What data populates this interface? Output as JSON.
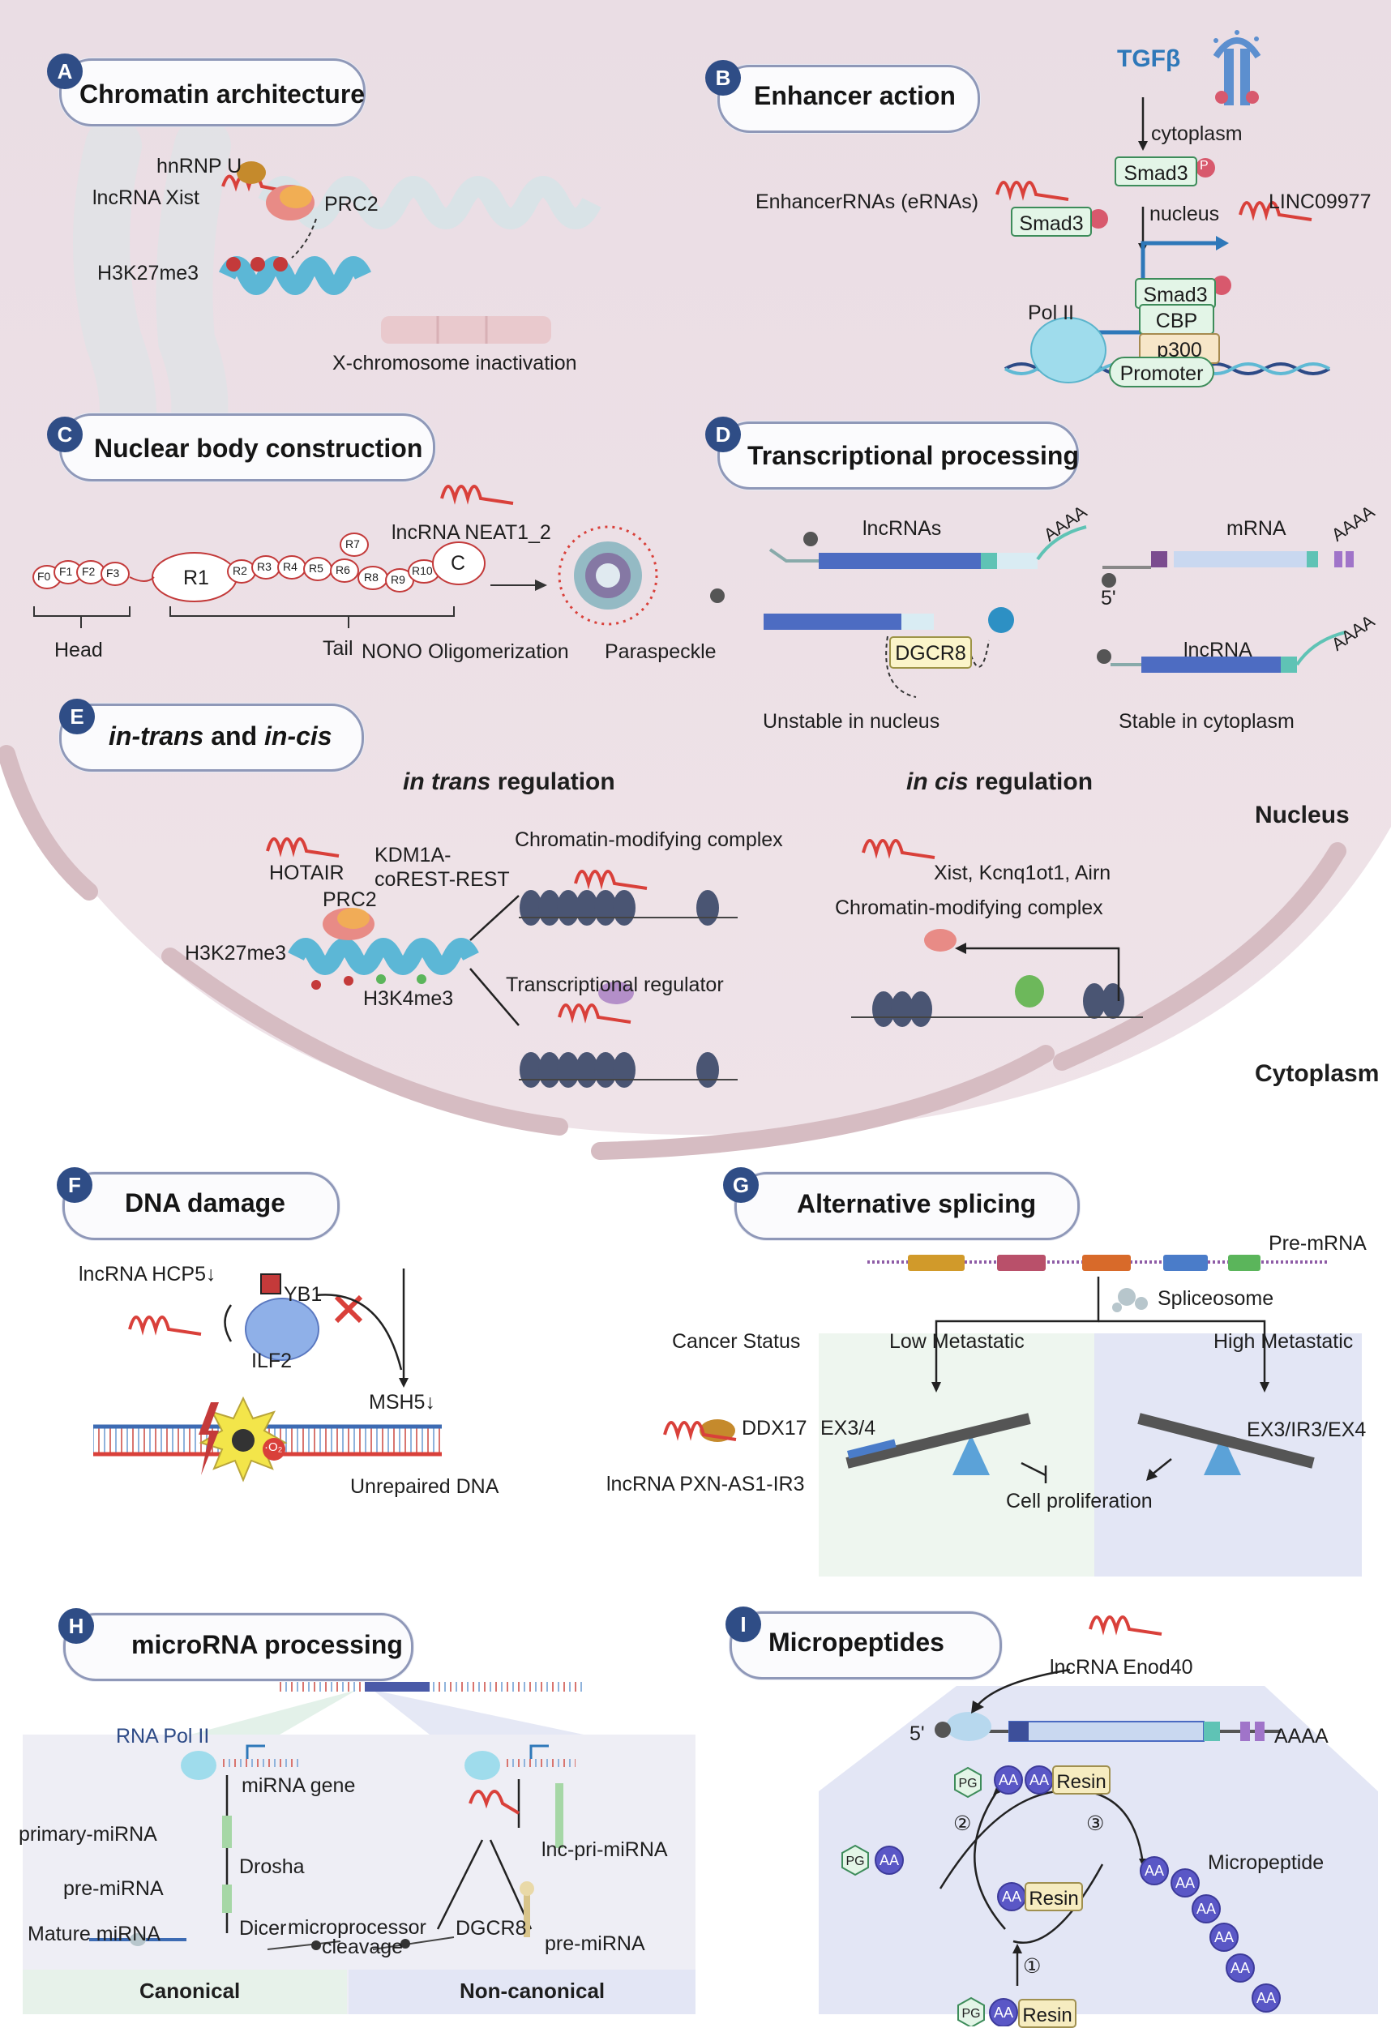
{
  "panels": {
    "A": {
      "letter": "A",
      "title": "Chromatin architecture",
      "labels": {
        "hnrnpu": "hnRNP U",
        "xist": "lncRNA Xist",
        "prc2": "PRC2",
        "h3k27": "H3K27me3",
        "xci": "X-chromosome inactivation"
      }
    },
    "B": {
      "letter": "B",
      "title": "Enhancer action",
      "labels": {
        "tgfb": "TGFβ",
        "cytoplasm": "cytoplasm",
        "smad3": "Smad3",
        "p": "P",
        "erna": "EnhancerRNAs (eRNAs)",
        "nucleus": "nucleus",
        "linc": "LINC09977",
        "pol": "Pol II",
        "cbp": "CBP",
        "p300": "p300",
        "promoter": "Promoter"
      }
    },
    "C": {
      "letter": "C",
      "title": "Nuclear body construction",
      "labels": {
        "neat1": "lncRNA NEAT1_2",
        "r1": "R1",
        "c": "C",
        "head": "Head",
        "tail": "Tail",
        "nono": "NONO Oligomerization",
        "paraspeckle": "Paraspeckle"
      },
      "domains": [
        "F0",
        "F1",
        "F2",
        "F3",
        "R2",
        "R3",
        "R4",
        "R5",
        "R6",
        "R7",
        "R8",
        "R9",
        "R10"
      ]
    },
    "D": {
      "letter": "D",
      "title": "Transcriptional processing",
      "labels": {
        "lncrnas": "lncRNAs",
        "aaaa": "AAAA",
        "mrna": "mRNA",
        "five": "5'",
        "dgcr8": "DGCR8",
        "lncrna": "lncRNA",
        "unstable": "Unstable in nucleus",
        "stable": "Stable in cytoplasm"
      }
    },
    "E": {
      "letter": "E",
      "title_a": "in-trans",
      "title_b": " and ",
      "title_c": "in-cis",
      "labels": {
        "trans_i": "in trans",
        "trans_r": " regulation",
        "cis_i": "in cis",
        "cis_r": " regulation",
        "hotair": "HOTAIR",
        "prc2": "PRC2",
        "kdm": "KDM1A-",
        "corest": "coREST-REST",
        "h3k27": "H3K27me3",
        "h3k4": "H3K4me3",
        "cmc": "Chromatin-modifying complex",
        "treg": "Transcriptional regulator",
        "xist": "Xist, Kcnq1ot1, Airn",
        "cmc2": "Chromatin-modifying complex",
        "nucleus": "Nucleus",
        "cytoplasm": "Cytoplasm"
      }
    },
    "F": {
      "letter": "F",
      "title": "DNA damage",
      "labels": {
        "hcp5": "lncRNA HCP5↓",
        "yb1": "YB1",
        "ilf2": "ILF2",
        "msh5": "MSH5↓",
        "unrepaired": "Unrepaired DNA",
        "o2": "·O₂"
      }
    },
    "G": {
      "letter": "G",
      "title": "Alternative splicing",
      "labels": {
        "premrna": "Pre-mRNA",
        "spliceosome": "Spliceosome",
        "cancer": "Cancer Status",
        "low": "Low Metastatic",
        "high": "High Metastatic",
        "ddx17": "DDX17",
        "ex34": "EX3/4",
        "ex3ir": "EX3/IR3/EX4",
        "pxn": "lncRNA PXN-AS1-IR3",
        "prolif": "Cell proliferation"
      }
    },
    "H": {
      "letter": "H",
      "title": "microRNA processing",
      "labels": {
        "pol": "RNA Pol II",
        "gene": "miRNA gene",
        "primary": "primary-miRNA",
        "drosha": "Drosha",
        "pre": "pre-miRNA",
        "mature": "Mature miRNA",
        "dicer": "Dicer",
        "micro": "microprocessor",
        "cleavage": "cleavage",
        "dgcr8": "DGCR8",
        "lnc": "lnc-pri-miRNA",
        "pre2": "pre-miRNA",
        "canonical": "Canonical",
        "noncanonical": "Non-canonical"
      }
    },
    "I": {
      "letter": "I",
      "title": "Micropeptides",
      "labels": {
        "enod": "lncRNA Enod40",
        "five": "5'",
        "aaaa": "AAAA",
        "pg": "PG",
        "aa": "AA",
        "resin": "Resin",
        "micropeptide": "Micropeptide",
        "s1": "①",
        "s2": "②",
        "s3": "③"
      }
    }
  },
  "colors": {
    "nucleus_bg": "#ede0e6",
    "membrane": "#d9c0c4",
    "rna": "#d9403a",
    "dna": "#5fb9d4",
    "nucleosome": "#4a5573",
    "green_box": "#e3f5e7",
    "badge": "#2f4d86",
    "aa_bead": "#5a57c6",
    "low_bg": "#eef6ef",
    "high_bg": "#e3e6f5"
  }
}
